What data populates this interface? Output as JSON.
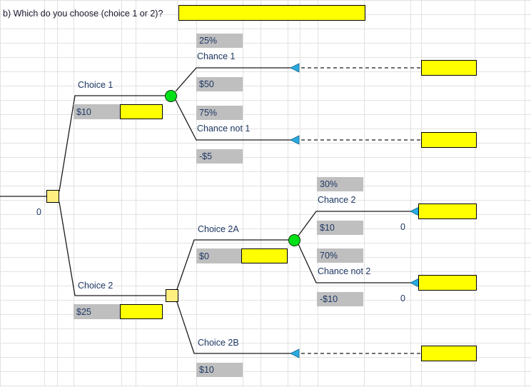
{
  "question": {
    "text": "b) Which do you choose (choice 1 or 2)?",
    "answer_value": "",
    "answer_placeholder": ""
  },
  "colors": {
    "entry_yellow": "#ffff00",
    "tag_gray": "#bfbfbf",
    "chance_green": "#00e017",
    "decision_yellow": "#ffef80",
    "arrow_blue": "#29abe2",
    "text_navy": "#1f3864",
    "grid_line": "#e2e2e2",
    "stroke_black": "#000000"
  },
  "tree": {
    "root": {
      "name": "root-decision-node",
      "value_label": "0"
    },
    "branches": [
      {
        "id": "choice-1",
        "label": "Choice 1",
        "payoff_tag": "$10",
        "entry_value": "",
        "node_type": "chance",
        "children": [
          {
            "id": "chance-1",
            "probability": "25%",
            "label": "Chance 1",
            "payoff_tag": "$50",
            "terminal_value": "",
            "terminal_style": "dashed"
          },
          {
            "id": "chance-not-1",
            "probability": "75%",
            "label": "Chance not 1",
            "payoff_tag": "-$5",
            "terminal_value": "",
            "terminal_style": "dashed"
          }
        ]
      },
      {
        "id": "choice-2",
        "label": "Choice 2",
        "payoff_tag": "$25",
        "entry_value": "",
        "node_type": "decision",
        "children": [
          {
            "id": "choice-2a",
            "label": "Choice 2A",
            "payoff_tag": "$0",
            "entry_value": "",
            "node_type": "chance",
            "children": [
              {
                "id": "chance-2",
                "probability": "30%",
                "label": "Chance 2",
                "payoff_tag": "$10",
                "right_value": "0",
                "terminal_value": "",
                "terminal_style": "solid"
              },
              {
                "id": "chance-not-2",
                "probability": "70%",
                "label": "Chance not 2",
                "payoff_tag": "-$10",
                "right_value": "0",
                "terminal_value": "",
                "terminal_style": "solid"
              }
            ]
          },
          {
            "id": "choice-2b",
            "label": "Choice 2B",
            "payoff_tag": "$10",
            "terminal_value": "",
            "terminal_style": "dashed"
          }
        ]
      }
    ]
  }
}
